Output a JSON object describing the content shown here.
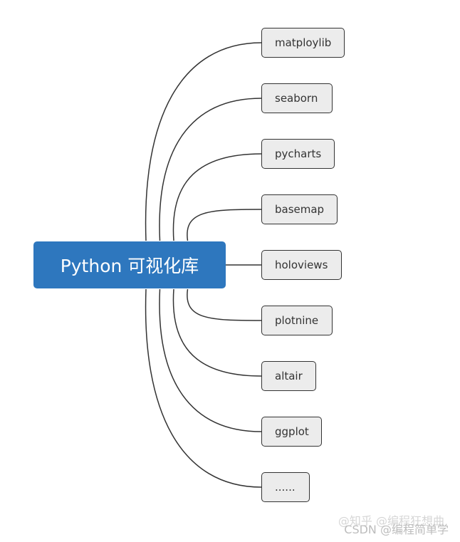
{
  "root": {
    "label": "Python 可视化库"
  },
  "children": [
    {
      "label": "matploylib"
    },
    {
      "label": "seaborn"
    },
    {
      "label": "pycharts"
    },
    {
      "label": "basemap"
    },
    {
      "label": "holoviews"
    },
    {
      "label": "plotnine"
    },
    {
      "label": "altair"
    },
    {
      "label": "ggplot"
    },
    {
      "label": "......"
    }
  ],
  "watermark": {
    "line1": "@知乎 @编程狂想曲",
    "line2": "CSDN @编程简单学"
  },
  "colors": {
    "root_fill": "#2e77be",
    "root_text": "#ffffff",
    "child_fill": "#ececec",
    "child_border": "#333333",
    "connector": "#333333"
  }
}
